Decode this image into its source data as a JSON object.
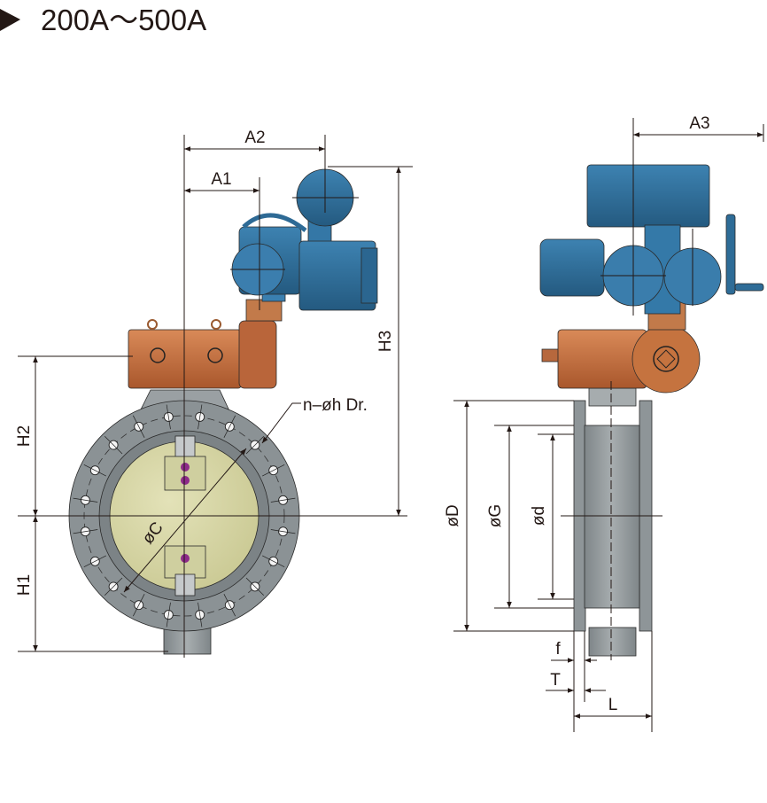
{
  "title": {
    "marker": "triangle-right-icon",
    "text": "200A～500A"
  },
  "front_view": {
    "labels": {
      "a1": "A1",
      "a2": "A2",
      "h1": "H1",
      "h2": "H2",
      "h3": "H3",
      "bolt_holes": "n–øh Dr.",
      "pitch_circle": "øC"
    }
  },
  "side_view": {
    "labels": {
      "a3": "A3",
      "flange_od": "øD",
      "seat_dia": "øG",
      "bore_dia": "ød",
      "face": "f",
      "thickness": "T",
      "length": "L"
    }
  },
  "colors": {
    "actuator": "#2f6c97",
    "gearbox": "#c06a3a",
    "body": "#8d9497",
    "disc": "#d9d8a6",
    "line": "#231815"
  }
}
